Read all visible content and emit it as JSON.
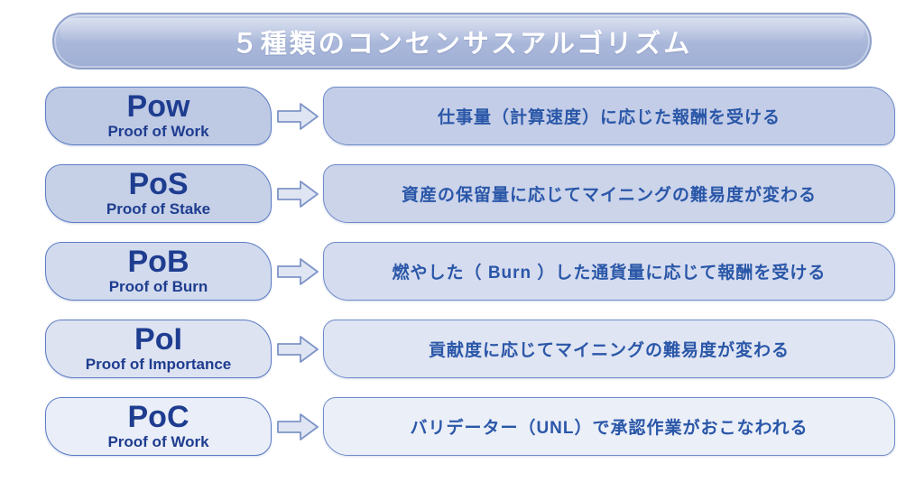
{
  "title": "５種類のコンセンサスアルゴリズム",
  "rows": [
    {
      "abbr": "Pow",
      "full": "Proof of Work",
      "desc": "仕事量（計算速度）に応じた報酬を受ける"
    },
    {
      "abbr": "PoS",
      "full": "Proof of Stake",
      "desc": "資産の保留量に応じてマイニングの難易度が変わる"
    },
    {
      "abbr": "PoB",
      "full": "Proof of Burn",
      "desc": "燃やした（ Burn ）した通貨量に応じて報酬を受ける"
    },
    {
      "abbr": "PoI",
      "full": "Proof of Importance",
      "desc": "貢献度に応じてマイニングの難易度が変わる"
    },
    {
      "abbr": "PoC",
      "full": "Proof of Work",
      "desc": "バリデーター（UNL）で承認作業がおこなわれる"
    }
  ],
  "colors": {
    "banner_fill": "#a9b7da",
    "banner_fill_light": "#c1cce5",
    "banner_fill_dark": "#9fafd4",
    "banner_border": "#8fa1cb",
    "banner_text": "#ffffff",
    "box_border": "#5b7cc4",
    "desc_border": "#6e8bc8",
    "navy_text": "#1e3d90",
    "desc_text": "#2a57a8",
    "arrow_fill": "#dfe5f2",
    "arrow_border": "#7e94c8",
    "left_fills": [
      "#bec9e3",
      "#c6d0e7",
      "#d2daed",
      "#dee3f2",
      "#eaeef8"
    ],
    "right_fills": [
      "#c4cde7",
      "#ccd4ea",
      "#d6dcef",
      "#e0e5f3",
      "#ebeff8"
    ]
  }
}
